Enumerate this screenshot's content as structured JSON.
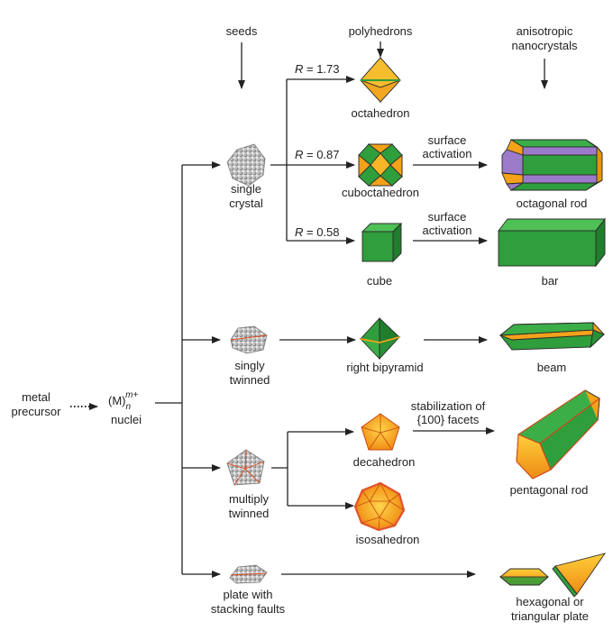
{
  "headers": {
    "seeds": "seeds",
    "polyhedrons": "polyhedrons",
    "aniso_line1": "anisotropic",
    "aniso_line2": "nanocrystals"
  },
  "precursor": {
    "line1": "metal",
    "line2": "precursor"
  },
  "nuclei": {
    "base": "(M)",
    "sub": "n",
    "sup": "m+",
    "label": "nuclei"
  },
  "ratios": {
    "r_symbol": "R",
    "r1": " = 1.73",
    "r2": " = 0.87",
    "r3": " = 0.58"
  },
  "seeds": {
    "single": {
      "line1": "single",
      "line2": "crystal"
    },
    "singly": {
      "line1": "singly",
      "line2": "twinned"
    },
    "multiply": {
      "line1": "multiply",
      "line2": "twinned"
    },
    "plate": {
      "line1": "plate with",
      "line2": "stacking faults"
    }
  },
  "polyhedra": {
    "octahedron": "octahedron",
    "cuboctahedron": "cuboctahedron",
    "cube": "cube",
    "right_bipyramid": "right bipyramid",
    "decahedron": "decahedron",
    "isosahedron": "isosahedron"
  },
  "arrow_labels": {
    "surface1": "surface",
    "activation1": "activation",
    "surface2": "surface",
    "activation2": "activation",
    "stab1": "stabilization of",
    "stab2": "{100} facets"
  },
  "products": {
    "octagonal_rod": "octagonal rod",
    "bar": "bar",
    "beam": "beam",
    "pentagonal_rod": "pentagonal rod",
    "plate1": "hexagonal or",
    "plate2": "triangular plate"
  },
  "colors": {
    "green": "#2f9e3c",
    "orange": "#f3a21a",
    "purple": "#9b7bc9",
    "red_edge": "#d84a1a"
  }
}
